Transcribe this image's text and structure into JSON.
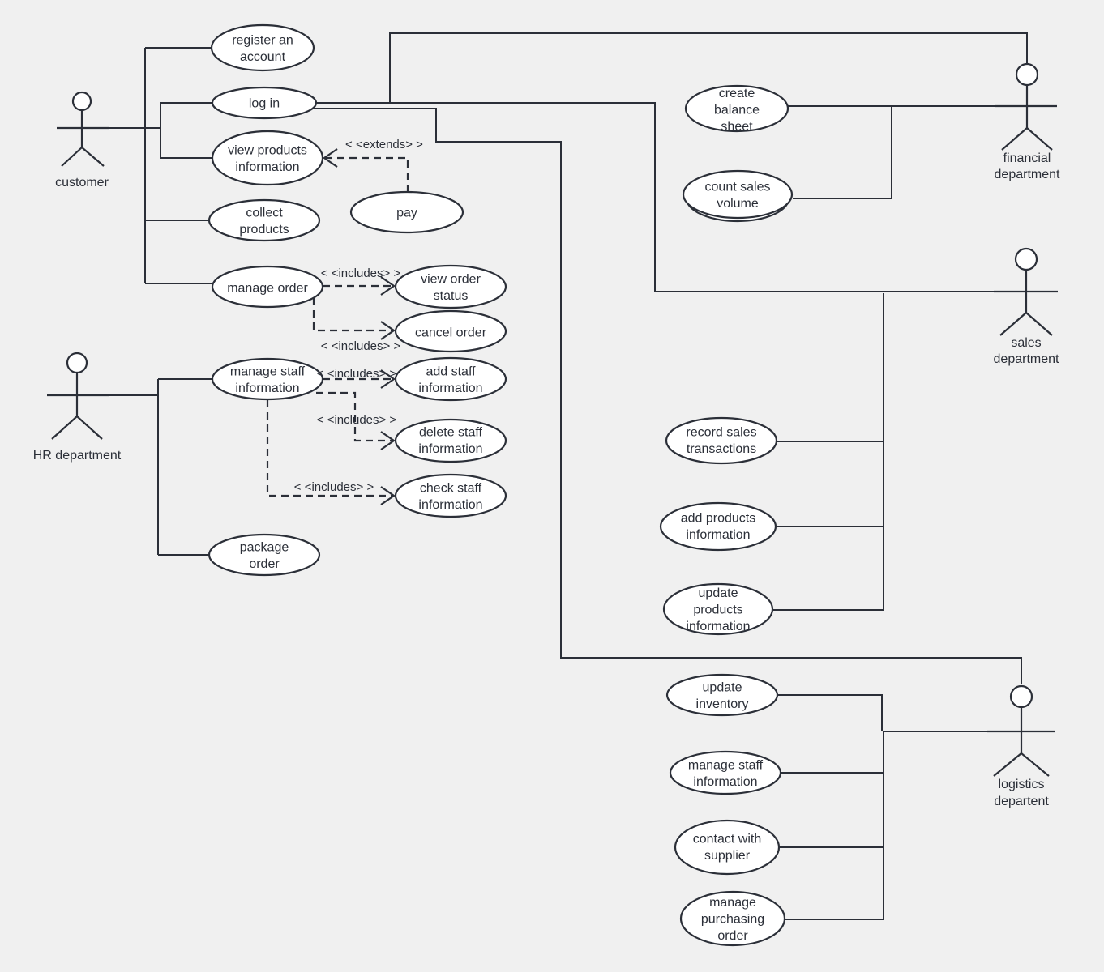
{
  "diagram": {
    "actors": {
      "customer": "customer",
      "hr": "HR department",
      "financial": [
        "financial",
        "department"
      ],
      "sales": [
        "sales",
        "department"
      ],
      "logistics": [
        "logistics",
        "departent"
      ]
    },
    "use_cases": {
      "register": [
        "register an",
        "account"
      ],
      "login": [
        "log in"
      ],
      "view_products": [
        "view products",
        "information"
      ],
      "collect": [
        "collect",
        "products"
      ],
      "pay": [
        "pay"
      ],
      "manage_order": [
        "manage order"
      ],
      "view_order_status": [
        "view order",
        "status"
      ],
      "cancel_order": [
        "cancel order"
      ],
      "manage_staff_hr": [
        "manage staff",
        "information"
      ],
      "add_staff": [
        "add staff",
        "information"
      ],
      "delete_staff": [
        "delete staff",
        "information"
      ],
      "check_staff": [
        "check staff",
        "information"
      ],
      "package_order": [
        "package",
        "order"
      ],
      "balance_sheet": [
        "create",
        "balance",
        "sheet"
      ],
      "count_sales": [
        "count sales",
        "volume"
      ],
      "record_sales": [
        "record sales",
        "transactions"
      ],
      "add_products": [
        "add products",
        "information"
      ],
      "update_products": [
        "update",
        "products",
        "information"
      ],
      "update_inventory": [
        "update",
        "inventory"
      ],
      "manage_staff_log": [
        "manage staff",
        "information"
      ],
      "contact_supplier": [
        "contact with",
        "supplier"
      ],
      "purchasing_order": [
        "manage",
        "purchasing",
        "order"
      ]
    },
    "relations": {
      "extends": "< <extends> >",
      "includes_view_status": "< <includes> >",
      "includes_cancel": "< <includes> >",
      "includes_add_staff": "< <includes> >",
      "includes_delete_staff": "< <includes> >",
      "includes_check_staff": "< <includes> >"
    }
  }
}
